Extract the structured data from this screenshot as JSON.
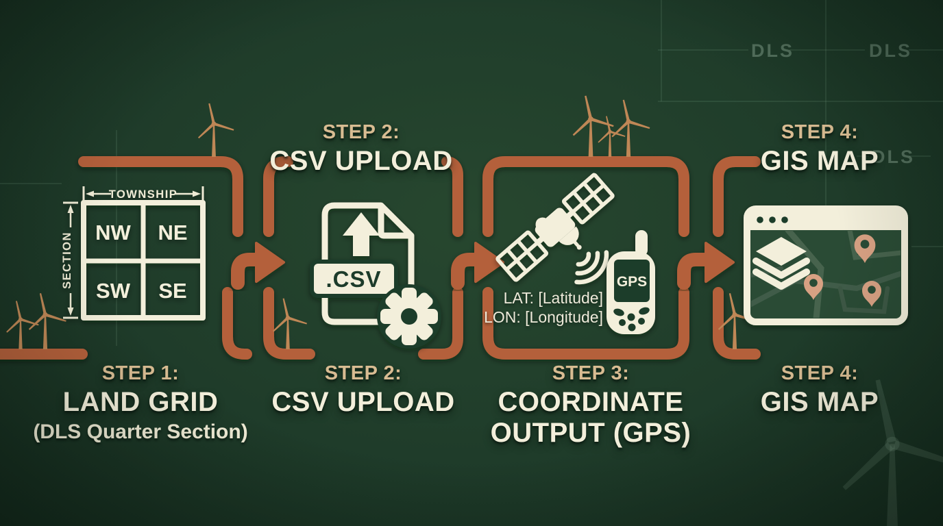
{
  "colors": {
    "background": "#1f3c2a",
    "pipe_accent": "#b4613a",
    "cream": "#f3efdb",
    "tan_label": "#d8bc92",
    "turbine": "#bf8756",
    "map_pin": "#d8a183",
    "map_background": "#2a4c34",
    "map_road": "#46634e"
  },
  "background": {
    "dls_label": "DLS"
  },
  "flow": {
    "top_headers": [
      {
        "step": "STEP 2:",
        "title": "CSV UPLOAD"
      },
      {
        "step": "STEP 4:",
        "title": "GIS MAP"
      }
    ],
    "bottom_labels": [
      {
        "step": "STEP 1:",
        "lines": [
          "LAND GRID",
          "(DLS Quarter Section)"
        ]
      },
      {
        "step": "STEP 2:",
        "lines": [
          "CSV UPLOAD"
        ]
      },
      {
        "step": "STEP 3:",
        "lines": [
          "COORDINATE",
          "OUTPUT (GPS)"
        ]
      },
      {
        "step": "STEP 4:",
        "lines": [
          "GIS MAP"
        ]
      }
    ]
  },
  "land_grid": {
    "township_label": "TOWNSHIP",
    "section_label": "SECTION",
    "quadrants": {
      "nw": "NW",
      "ne": "NE",
      "sw": "SW",
      "se": "SE"
    }
  },
  "csv_icon": {
    "badge": ".CSV"
  },
  "gps": {
    "device_label": "GPS",
    "lat_line": "LAT: [Latitude]",
    "lon_line": "LON: [Longitude]"
  }
}
